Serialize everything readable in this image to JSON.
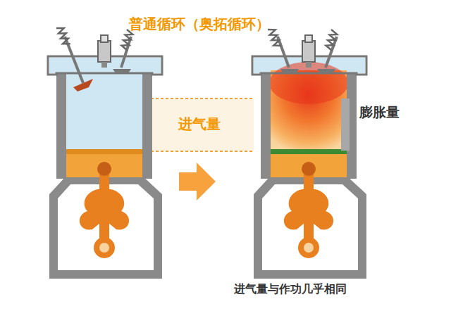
{
  "diagram": {
    "title": "普通循环（奥拓循环）",
    "caption": "进气量与作功几乎相同",
    "labels": [
      "进气量",
      "膨胀量"
    ]
  }
}
